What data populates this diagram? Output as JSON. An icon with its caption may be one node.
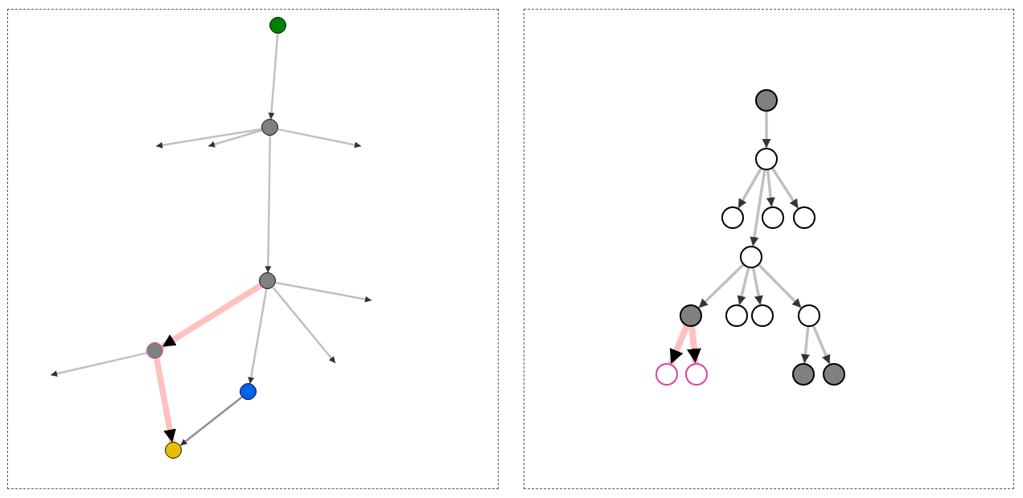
{
  "diagram": {
    "nodes": [
      {
        "text": [],
        "shape": "box"
      },
      {
        "text": [],
        "shape": "circle",
        "in": 0
      },
      {
        "text": [],
        "shape": "circle",
        "in": 0
      },
      {
        "text": [],
        "shape": "circle",
        "in": 0
      },
      {
        "text": [],
        "shape": "circle",
        "in": 0
      },
      {
        "text": [],
        "shape": "circle",
        "in": 0
      },
      {
        "text": [],
        "shape": "circle",
        "in": 0
      },
      {
        "text": [],
        "shape": "box"
      },
      {
        "text": [],
        "shape": "circle",
        "in": 7
      },
      {
        "text": [],
        "shape": "circle",
        "in": 7
      },
      {
        "text": [],
        "shape": "circle",
        "in": 7
      },
      {
        "text": [],
        "shape": "circle",
        "in": 7
      },
      {
        "text": [],
        "shape": "circle",
        "in": 7
      },
      {
        "text": [],
        "shape": "circle",
        "in": 7
      },
      {
        "text": [],
        "shape": "circle",
        "in": 7
      },
      {
        "text": [],
        "shape": "circle",
        "in": 7
      },
      {
        "text": [],
        "shape": "circle",
        "in": 7
      },
      {
        "text": [],
        "shape": "circle",
        "in": 7
      },
      {
        "text": [],
        "shape": "circle",
        "in": 7
      },
      {
        "text": [],
        "shape": "circle",
        "in": 7
      },
      {
        "text": [],
        "shape": "circle",
        "in": 7
      },
      {
        "text": [],
        "shape": "circle",
        "in": 7
      }
    ],
    "edges": [
      {
        "from": 1,
        "to": 2,
        "arrow": "to"
      },
      {
        "from": 2,
        "to": null,
        "arrow": "to"
      },
      {
        "from": 2,
        "to": null,
        "arrow": "to"
      },
      {
        "from": 2,
        "to": null,
        "arrow": "to"
      },
      {
        "from": 2,
        "to": 3,
        "arrow": "to"
      },
      {
        "from": 3,
        "to": null,
        "arrow": "to"
      },
      {
        "from": 3,
        "to": null,
        "arrow": "to"
      },
      {
        "from": 3,
        "to": 4,
        "arrow": "to",
        "style": "thick",
        "color": "#ffc0c0"
      },
      {
        "from": 3,
        "to": 5,
        "arrow": "to"
      },
      {
        "from": 4,
        "to": null,
        "arrow": "to"
      },
      {
        "from": 4,
        "to": 6,
        "arrow": "to",
        "style": "thick",
        "color": "#ffc0c0"
      },
      {
        "from": 5,
        "to": 6,
        "arrow": "to",
        "color": "#909090"
      },
      {
        "from": 8,
        "to": 9,
        "arrow": "to"
      },
      {
        "from": 9,
        "to": 10,
        "arrow": "to"
      },
      {
        "from": 9,
        "to": 11,
        "arrow": "to"
      },
      {
        "from": 9,
        "to": 12,
        "arrow": "to"
      },
      {
        "from": 9,
        "to": 13,
        "arrow": "to"
      },
      {
        "from": 13,
        "to": 14,
        "arrow": "to"
      },
      {
        "from": 13,
        "to": 15,
        "arrow": "to"
      },
      {
        "from": 13,
        "to": 16,
        "arrow": "to"
      },
      {
        "from": 13,
        "to": 17,
        "arrow": "to"
      },
      {
        "from": 14,
        "to": 18,
        "arrow": "to",
        "style": "thick",
        "color": "#ffc0c0"
      },
      {
        "from": 14,
        "to": 19,
        "arrow": "to",
        "style": "thick",
        "color": "#ffc0c0"
      },
      {
        "from": 17,
        "to": 20,
        "arrow": "to"
      },
      {
        "from": 17,
        "to": 21,
        "arrow": "to"
      }
    ]
  }
}
